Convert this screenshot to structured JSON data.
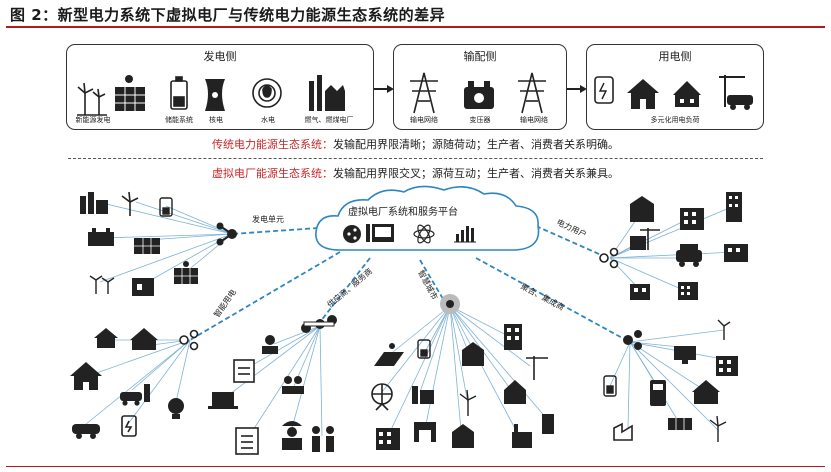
{
  "title": "图 2：新型电力系统下虚拟电厂与传统电力能源生态系统的差异",
  "top": {
    "generation": {
      "title": "发电侧",
      "items": [
        "新能源发电",
        "储能系统",
        "核电",
        "水电",
        "燃气、燃煤电厂"
      ]
    },
    "distribution": {
      "title": "输配侧",
      "items": [
        "输电网络",
        "变压器",
        "输电网络"
      ]
    },
    "consumption": {
      "title": "用电侧",
      "items": [
        "多元化用电负荷"
      ]
    }
  },
  "statements": {
    "traditional": {
      "label": "传统电力能源生态系统：",
      "text": "发输配用界限清晰；源随荷动；生产者、消费者关系明确。"
    },
    "virtual": {
      "label": "虚拟电厂能源生态系统：",
      "text": "发输配用界限交叉；源荷互动；生产者、消费者关系兼具。"
    }
  },
  "network": {
    "cloud_title": "虚拟电厂系统和服务平台",
    "links": {
      "gen_unit": "发电单元",
      "power_user": "电力用户",
      "smart_use": "智能用电",
      "supplier": "供应商、服务商",
      "smart_city": "智慧城市",
      "aggregator": "聚合、集成商"
    }
  },
  "colors": {
    "accent_red": "#c62828",
    "title_rule": "#b01c1c",
    "link_blue": "#2e86c1",
    "hub_dark": "#222222"
  }
}
